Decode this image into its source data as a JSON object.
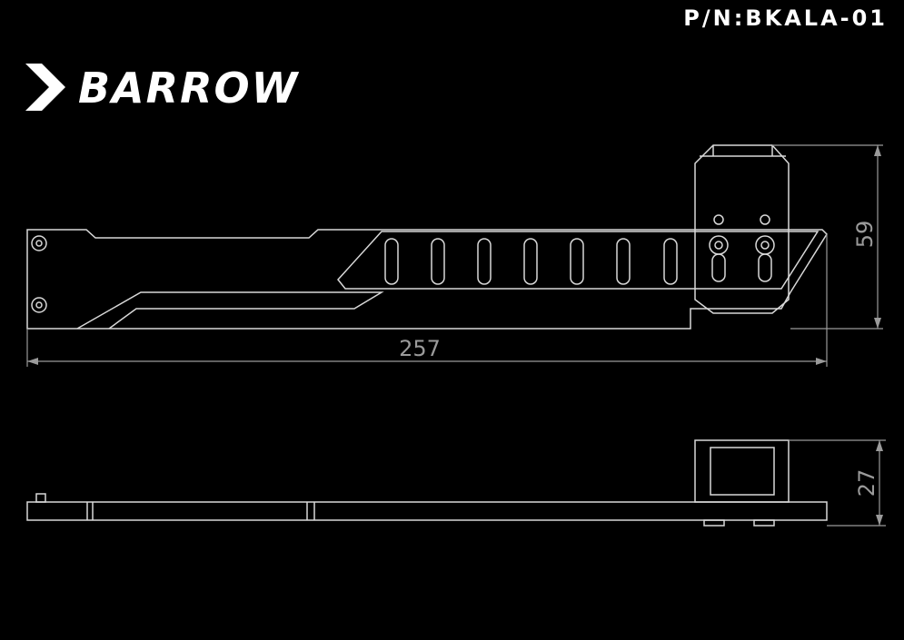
{
  "header": {
    "part_number": "P/N:BKALA-01",
    "brand_name": "BARROW"
  },
  "dimensions": {
    "length": "257",
    "height": "59",
    "thickness": "27"
  },
  "colors": {
    "background": "#000000",
    "line": "#d8d8d8",
    "dimension_line": "#9a9a9a",
    "text": "#ffffff"
  },
  "icons": {
    "logo": "barrow-chevron-logo-icon"
  }
}
